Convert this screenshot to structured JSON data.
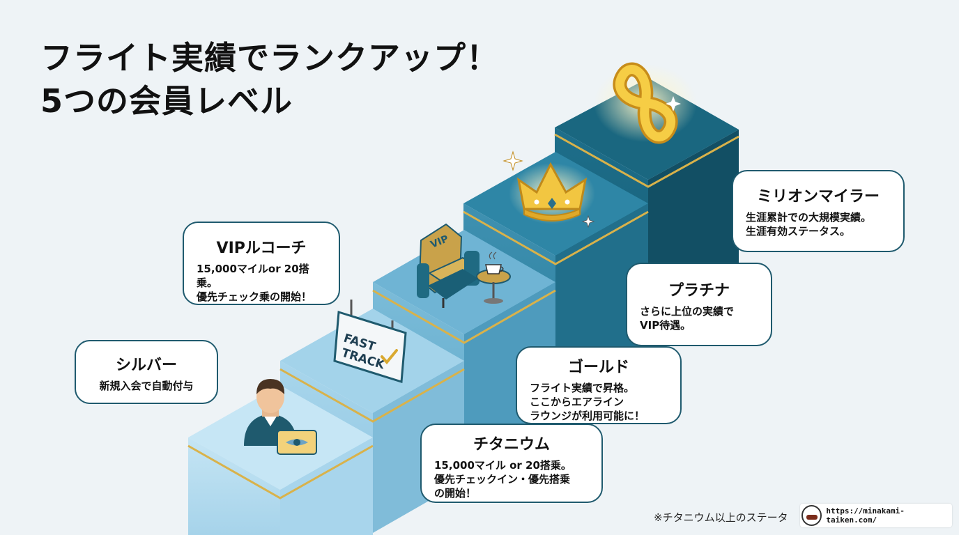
{
  "title": {
    "line1": "フライト実績でランクアップ！",
    "line2": "5つの会員レベル"
  },
  "levels": [
    {
      "name": "シルバー",
      "desc": "新規入会で自動付与"
    },
    {
      "name": "VIPルコーチ",
      "desc": "15,000マイルor 20搭乗。\n優先チェック乗の開始！"
    },
    {
      "name": "チタニウム",
      "desc": "15,000マイル or 20搭乗。\n優先チェックイン・優先搭乗\nの開始！"
    },
    {
      "name": "ゴールド",
      "desc": "フライト実績で昇格。\nここからエアライン\nラウンジが利用可能に！"
    },
    {
      "name": "プラチナ",
      "desc": "さらに上位の実績で\nVIP待遇。"
    },
    {
      "name": "ミリオンマイラー",
      "desc": "生涯累計での大規模実績。\n生涯有効ステータス。"
    }
  ],
  "signs": {
    "fast_track_line1": "FAST",
    "fast_track_line2": "TRACK",
    "vip": "VIP"
  },
  "footer": {
    "note": "※チタニウム以上のステータ",
    "url": "https://minakami-taiken.com/"
  },
  "colors": {
    "step_light": "#9fd0ea",
    "step_mid": "#5ea9c9",
    "step_dark": "#166a82",
    "gold": "#e2b53a",
    "outline": "#1f5a6e"
  }
}
